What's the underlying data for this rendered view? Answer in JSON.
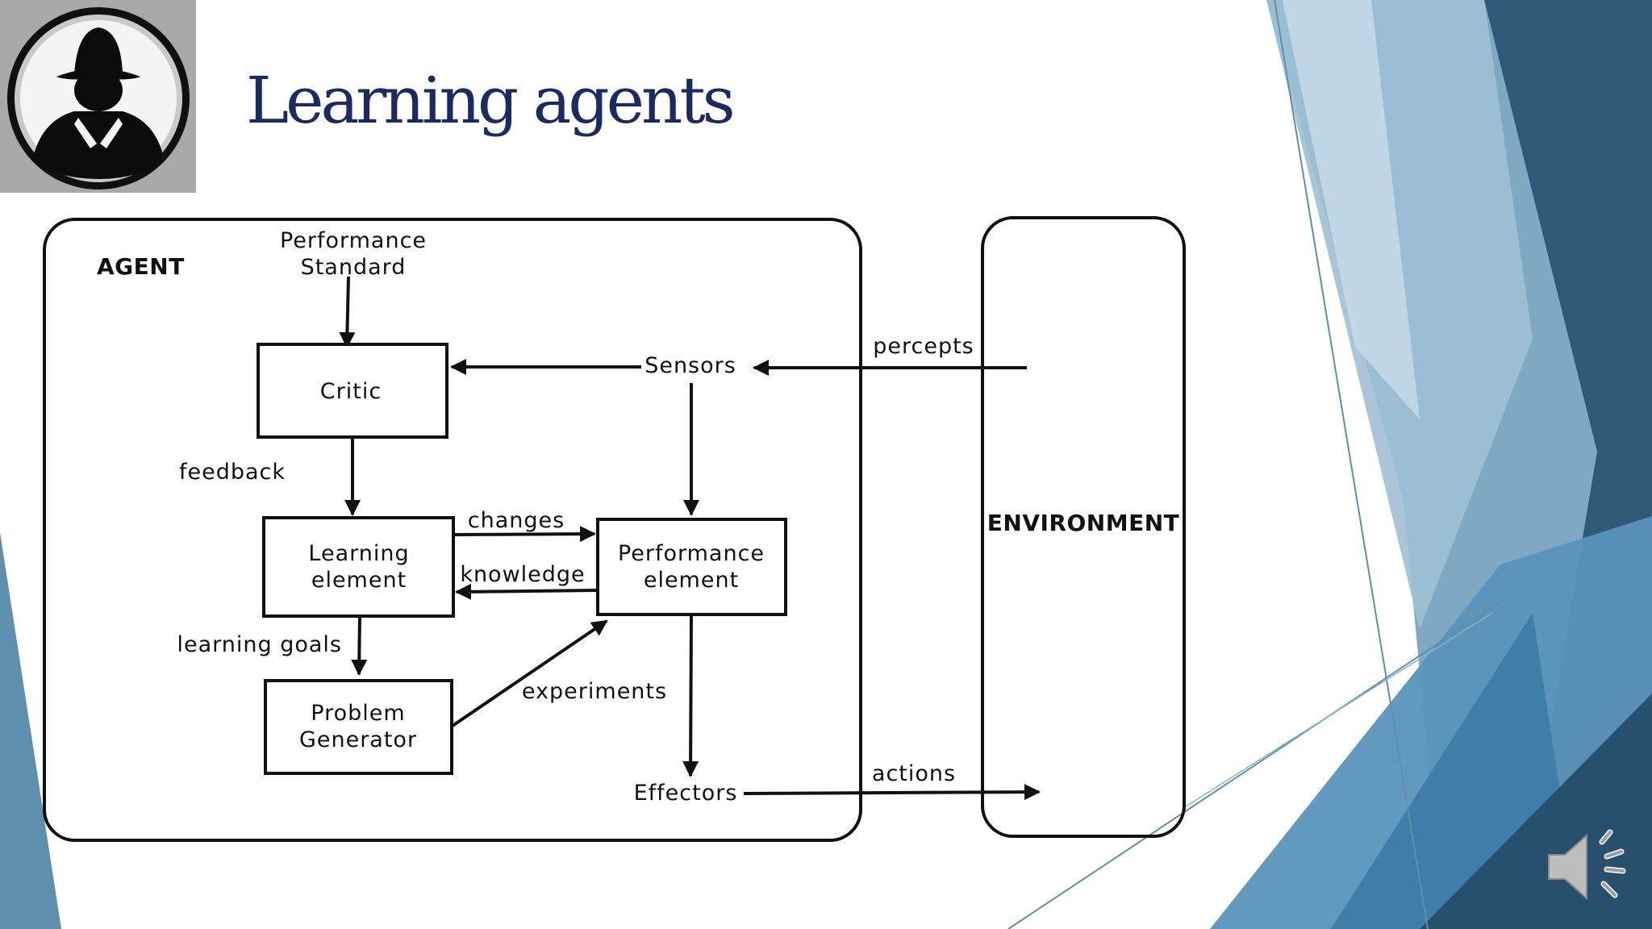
{
  "slide": {
    "title": "Learning agents"
  },
  "diagram": {
    "agent_label": "AGENT",
    "environment_label": "ENVIRONMENT",
    "performance_standard": [
      "Performance",
      "Standard"
    ],
    "critic": "Critic",
    "sensors": "Sensors",
    "percepts": "percepts",
    "feedback": "feedback",
    "learning_element": [
      "Learning",
      "element"
    ],
    "performance_element": [
      "Performance",
      "element"
    ],
    "changes": "changes",
    "knowledge": "knowledge",
    "learning_goals": "learning goals",
    "problem_generator": [
      "Problem",
      "Generator"
    ],
    "experiments": "experiments",
    "effectors": "Effectors",
    "actions": "actions"
  },
  "icons": {
    "logo": "spy-agent-icon",
    "audio": "speaker-icon"
  },
  "colors": {
    "title": "#1b2a63",
    "deco_dark": "#24506d",
    "deco_mid": "#3a79a0",
    "deco_light": "#8eb7cf"
  }
}
